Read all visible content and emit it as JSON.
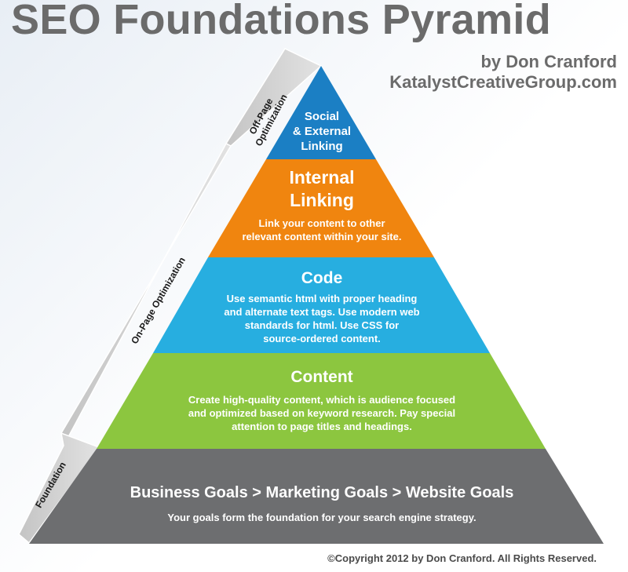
{
  "header": {
    "title": "SEO Foundations Pyramid",
    "author": "by Don Cranford",
    "site": "KatalystCreativeGroup.com"
  },
  "pyramid": {
    "social": {
      "title_line1": "Social",
      "title_line2": "& External",
      "title_line3": "Linking",
      "color": "#1b7fc4"
    },
    "internal": {
      "title_line1": "Internal",
      "title_line2": "Linking",
      "desc_line1": "Link your content to other",
      "desc_line2": "relevant content within your site.",
      "color": "#f0850f"
    },
    "code": {
      "title": "Code",
      "desc_line1": "Use semantic html with proper heading",
      "desc_line2": "and alternate text tags. Use modern web",
      "desc_line3": "standards for html. Use CSS for",
      "desc_line4": "source-ordered content.",
      "color": "#27aee0"
    },
    "content": {
      "title": "Content",
      "desc_line1": "Create high-quality content, which is audience focused",
      "desc_line2": "and optimized based on keyword research. Pay special",
      "desc_line3": "attention to page titles and headings.",
      "color": "#8cc63f"
    },
    "foundation": {
      "title": "Business Goals > Marketing Goals > Website Goals",
      "desc": "Your goals form the foundation for your search engine strategy.",
      "color": "#6d6e70"
    }
  },
  "side_labels": {
    "off_page_line1": "Off-Page",
    "off_page_line2": "Optimization",
    "on_page": "On-Page Optimization",
    "foundation": "Foundation"
  },
  "footer": {
    "copyright": "©Copyright 2012 by Don Cranford. All Rights Reserved."
  }
}
